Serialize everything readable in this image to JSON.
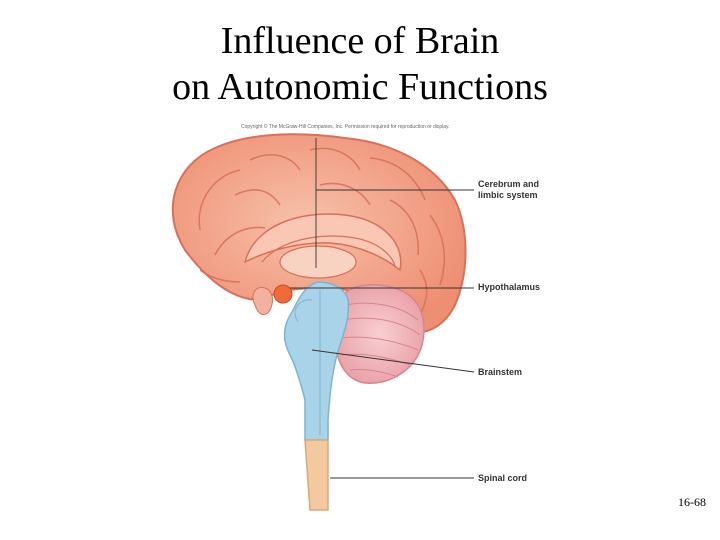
{
  "slide": {
    "title_line1": "Influence of Brain",
    "title_line2": "on Autonomic Functions",
    "copyright": "Copyright © The McGraw-Hill Companies, Inc. Permission required for reproduction or display.",
    "slide_number": "16-68"
  },
  "labels": {
    "cerebrum_line1": "Cerebrum and",
    "cerebrum_line2": "limbic system",
    "hypothalamus": "Hypothalamus",
    "brainstem": "Brainstem",
    "spinal_cord": "Spinal cord"
  },
  "colors": {
    "cerebrum": "#f2a488",
    "cerebrum_outline": "#d8705a",
    "brainstem": "#a9d3e8",
    "cerebellum": "#f3b9bd",
    "hypothalamus": "#f06a3a",
    "spinal_cord": "#f3c9a0",
    "leader_line": "#333333"
  }
}
